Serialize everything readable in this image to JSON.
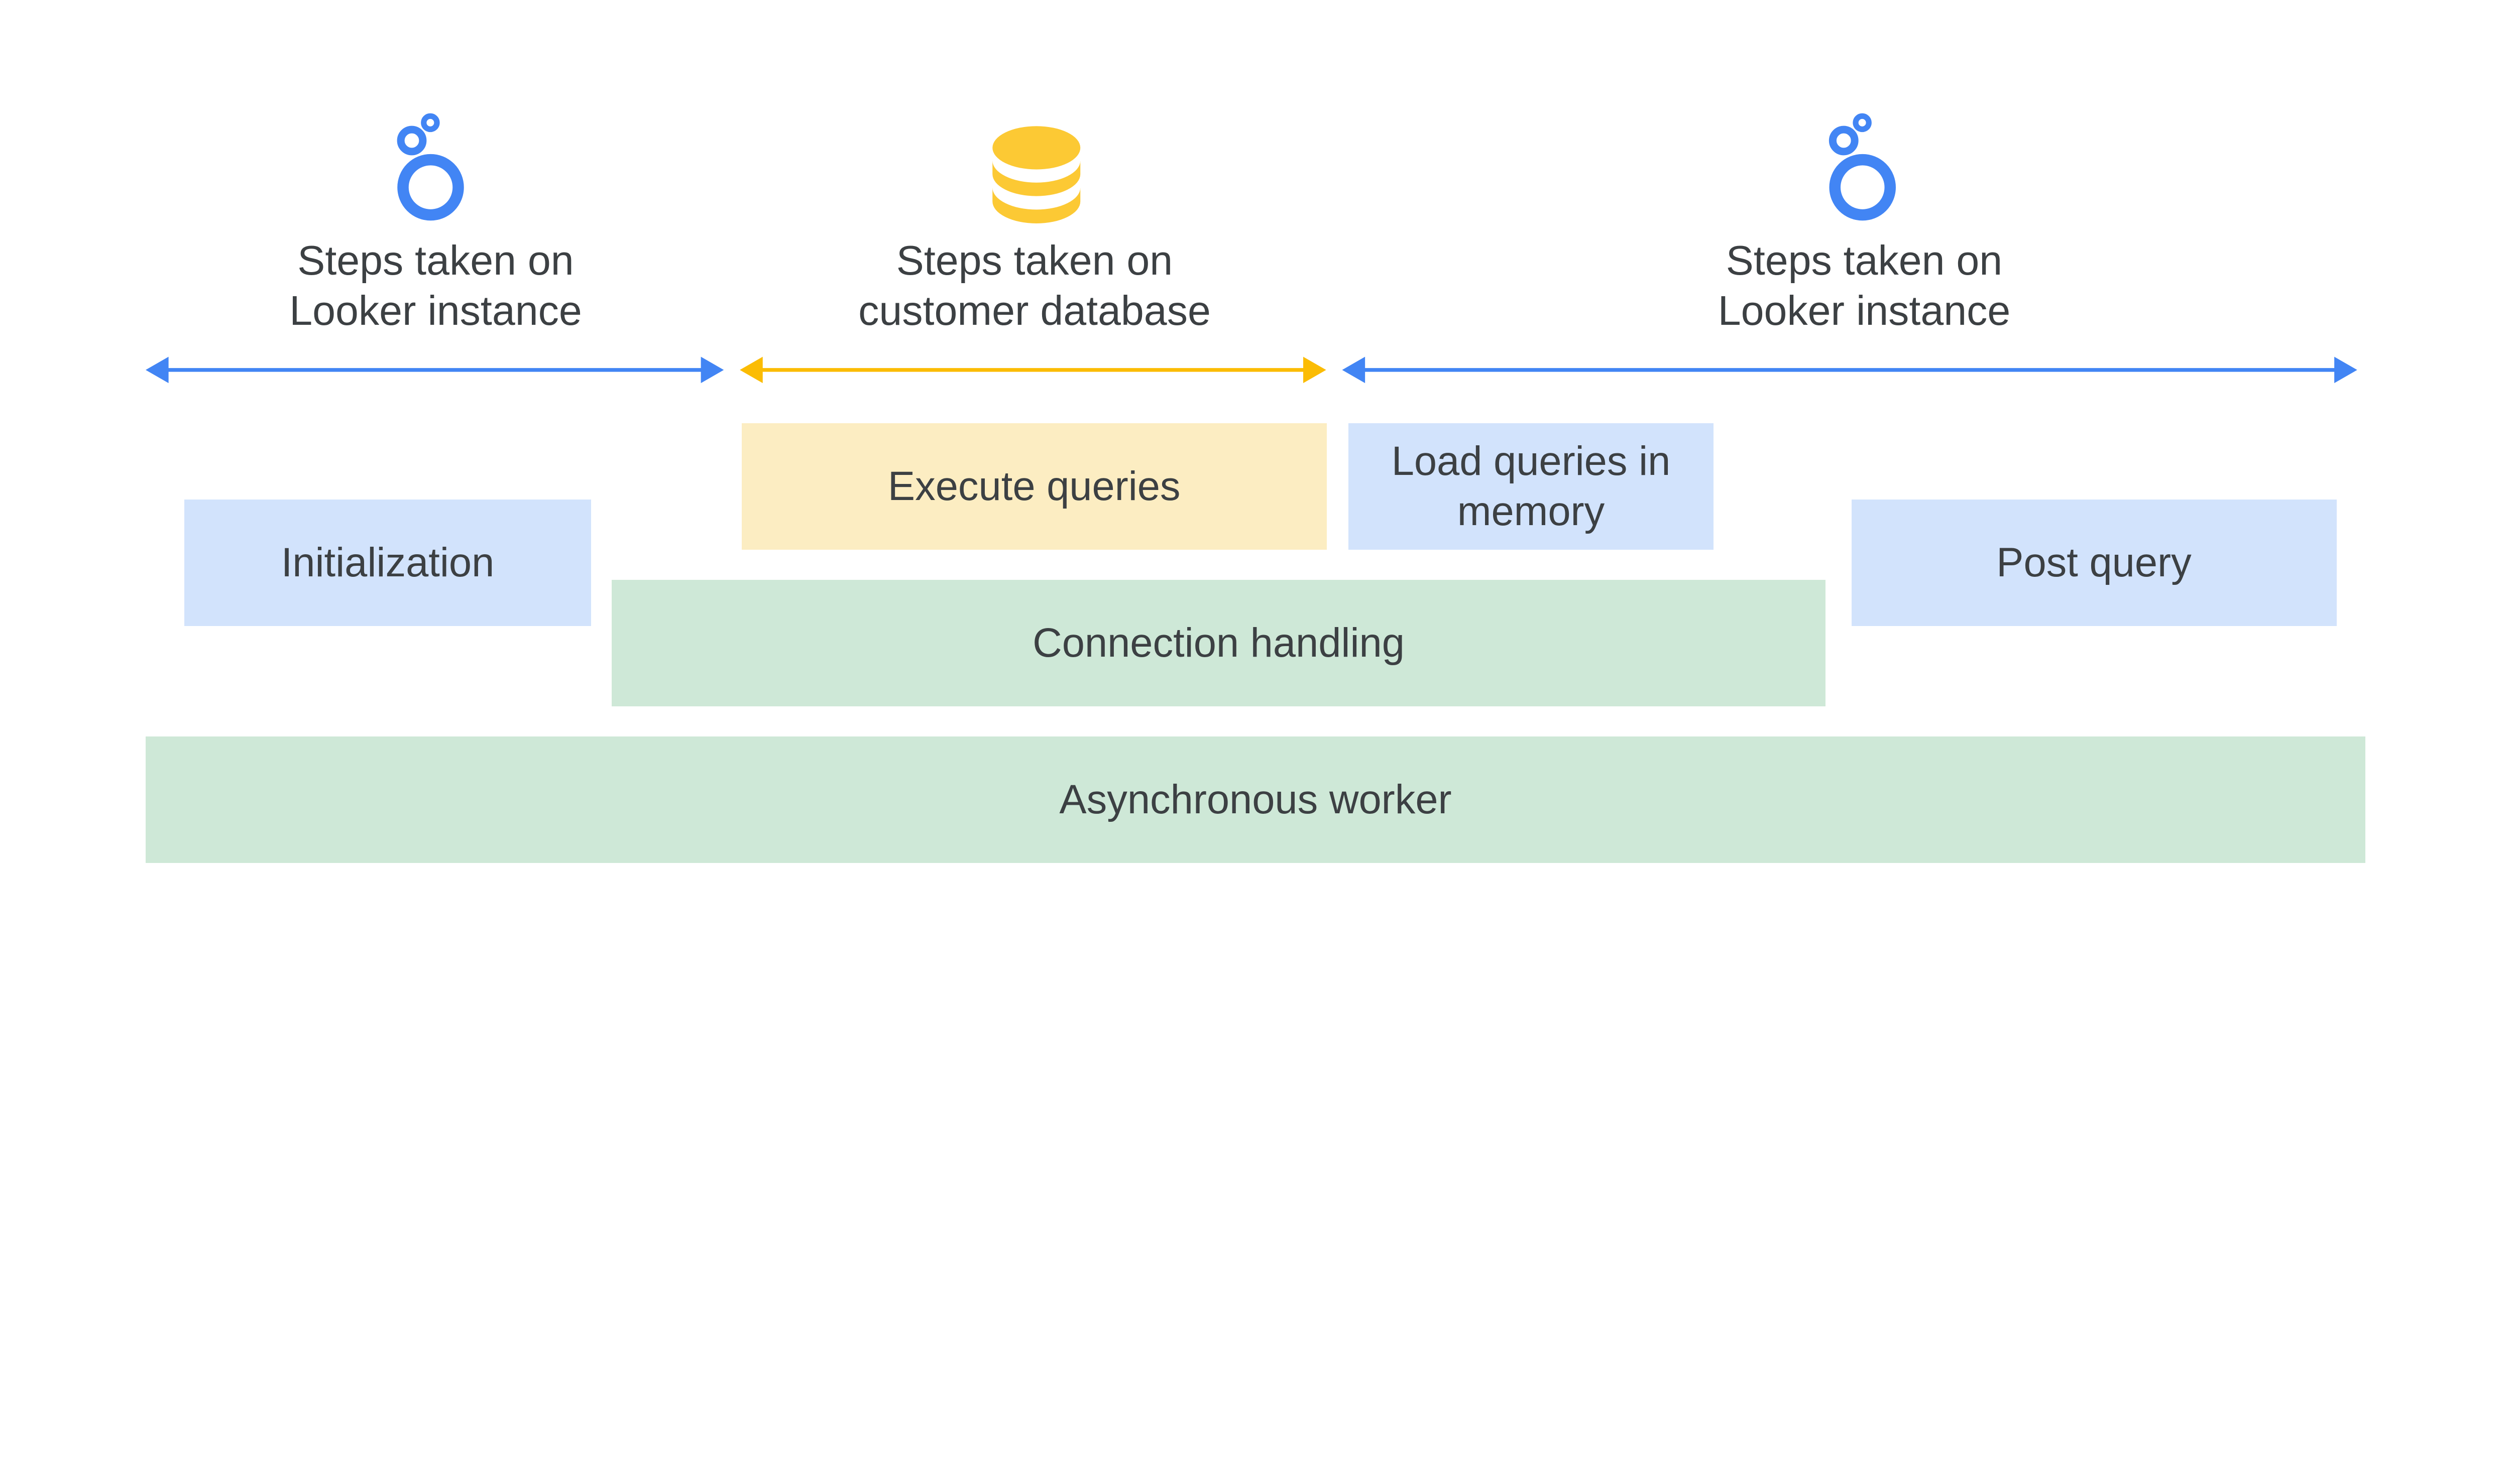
{
  "colors": {
    "looker_blue": "#4285f4",
    "database_yellow": "#fbbc04",
    "database_icon": "#fcc934",
    "box_blue": "#d2e3fc",
    "box_yellow": "#fcedc2",
    "box_green": "#cee8d7",
    "text": "#3c4043"
  },
  "sections": [
    {
      "icon": "looker-logo-icon",
      "line1": "Steps taken on",
      "line2": "Looker instance"
    },
    {
      "icon": "database-icon",
      "line1": "Steps taken on",
      "line2": "customer database"
    },
    {
      "icon": "looker-logo-icon",
      "line1": "Steps taken on",
      "line2": "Looker instance"
    }
  ],
  "boxes": {
    "initialization": "Initialization",
    "execute_queries": "Execute queries",
    "load_queries": "Load queries in memory",
    "post_query": "Post query",
    "connection_handling": "Connection handling",
    "asynchronous_worker": "Asynchronous worker"
  }
}
